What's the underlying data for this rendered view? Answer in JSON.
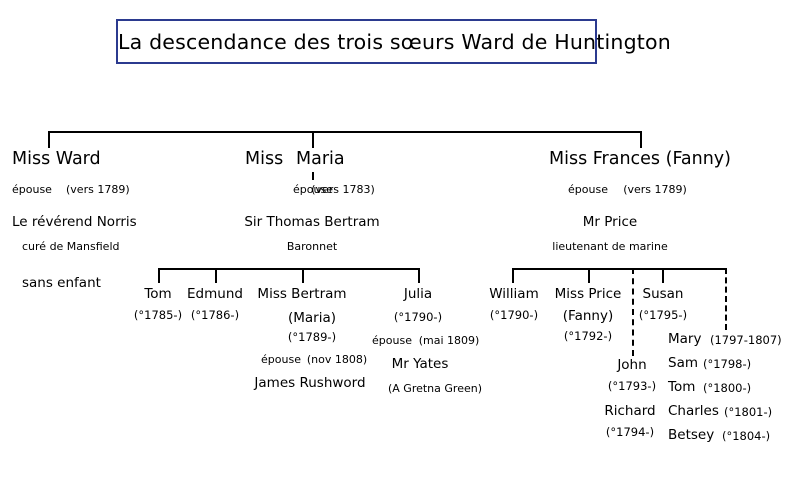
{
  "title": "La descendance des trois sœurs Ward de Huntington",
  "theme": {
    "title_border": "#2b3a8f",
    "background": "#ffffff",
    "text": "#000000",
    "line": "#000000"
  },
  "branches": {
    "ward": {
      "name": "Miss Ward",
      "marriage_label": "épouse",
      "marriage_date": "(vers 1789)",
      "spouse": "Le révérend Norris",
      "spouse_title": "curé de Mansfield",
      "note": "sans enfant"
    },
    "bertram": {
      "name_part1": "Miss",
      "name_part2": "Maria",
      "marriage_label": "épouse",
      "marriage_date": "(vers 1783)",
      "spouse": "Sir Thomas Bertram",
      "spouse_title": "Baronnet",
      "children": [
        {
          "name": "Tom",
          "date": "(°1785-)"
        },
        {
          "name": "Edmund",
          "date": "(°1786-)"
        },
        {
          "name": "Miss Bertram",
          "alias": "(Maria)",
          "date": "(°1789-)",
          "marriage_label": "épouse",
          "marriage_date": "(nov 1808)",
          "spouse": "James Rushword"
        },
        {
          "name": "Julia",
          "date": "(°1790-)",
          "marriage_label": "épouse",
          "marriage_date": "(mai 1809)",
          "spouse": "Mr Yates",
          "spouse_note": "(A Gretna Green)"
        }
      ]
    },
    "price": {
      "name": "Miss Frances (Fanny)",
      "marriage_label": "épouse",
      "marriage_date": "(vers 1789)",
      "spouse": "Mr Price",
      "spouse_title": "lieutenant de marine",
      "children": [
        {
          "name": "William",
          "date": "(°1790-)"
        },
        {
          "name": "Miss Price",
          "alias": "(Fanny)",
          "date": "(°1792-)"
        },
        {
          "name": "Susan",
          "date": "(°1795-)"
        },
        {
          "name": "John",
          "date": "(°1793-)"
        },
        {
          "name": "Richard",
          "date": "(°1794-)"
        }
      ],
      "extra_children": [
        {
          "name": "Mary",
          "date": "(1797-1807)"
        },
        {
          "name": "Sam",
          "date": "(°1798-)"
        },
        {
          "name": "Tom",
          "date": "(°1800-)"
        },
        {
          "name": "Charles",
          "date": "(°1801-)"
        },
        {
          "name": "Betsey",
          "date": "(°1804-)"
        }
      ]
    }
  }
}
